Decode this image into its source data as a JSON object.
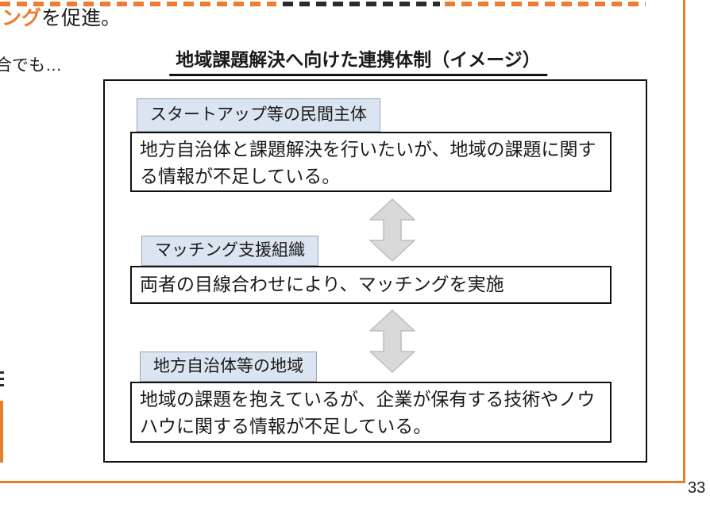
{
  "colors": {
    "accent_orange": "#ed7d31",
    "frame_orange": "#e87f28",
    "label_bg": "#dbe4f1",
    "label_border": "#9ba4b0",
    "arrow_fill": "#d9d9d9",
    "arrow_stroke": "#bdbdbd"
  },
  "header": {
    "line2_highlight": "ング",
    "line2_rest": "を促進。",
    "left_fragment": "合でも…"
  },
  "diagram": {
    "title": "地域課題解決へ向けた連携体制（イメージ）",
    "boxes": [
      {
        "label": "スタートアップ等の民間主体",
        "body": "地方自治体と課題解決を行いたいが、地域の課題に関する情報が不足している。"
      },
      {
        "label": "マッチング支援組織",
        "body": "両者の目線合わせにより、マッチングを実施"
      },
      {
        "label": "地方自治体等の地域",
        "body": "地域の課題を抱えているが、企業が保有する技術やノウハウに関する情報が不足している。"
      }
    ]
  },
  "footer": {
    "page_number": "33"
  }
}
